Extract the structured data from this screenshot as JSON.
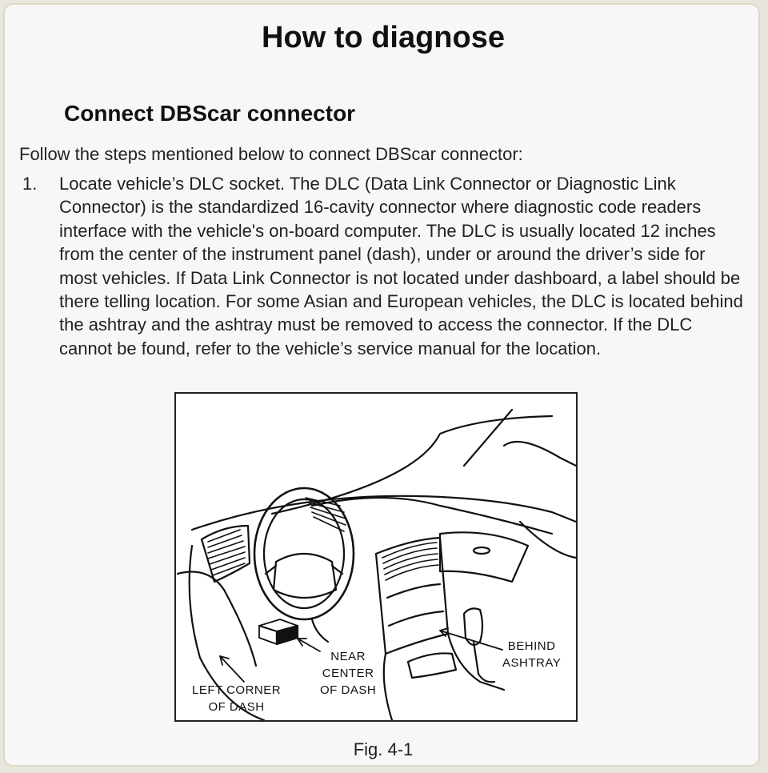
{
  "title": "How to diagnose",
  "section": {
    "heading": "Connect DBScar connector",
    "intro": "Follow the steps mentioned below to connect DBScar connector:",
    "steps": [
      {
        "number": "1.",
        "text": "Locate vehicle’s DLC socket. The DLC (Data Link Connector or Diagnostic Link Connector) is the standardized 16-cavity connector where diagnostic code readers interface with the vehicle's on-board computer. The DLC is usually located 12 inches from the center of the instrument panel (dash), under or around the driver’s side for most vehicles. If Data Link Connector is not located under dashboard, a label should be there telling location. For some Asian and European vehicles, the DLC is located behind the ashtray and the ashtray must be removed to access the connector. If the DLC cannot be found, refer to the vehicle’s service manual for the location."
      }
    ]
  },
  "figure": {
    "labels": {
      "left_corner_line1": "LEFT CORNER",
      "left_corner_line2": "OF DASH",
      "near_center_line1": "NEAR",
      "near_center_line2": "CENTER",
      "near_center_line3": "OF DASH",
      "behind_ashtray_line1": "BEHIND",
      "behind_ashtray_line2": "ASHTRAY"
    },
    "caption": "Fig. 4-1"
  }
}
